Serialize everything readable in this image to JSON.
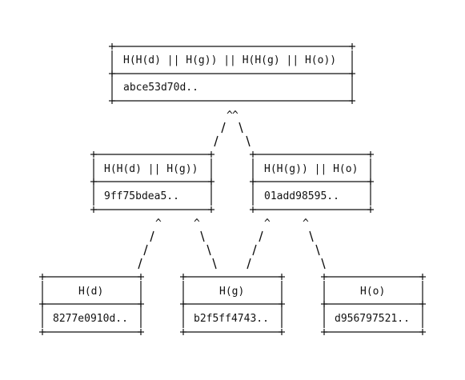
{
  "diagram": {
    "type": "merkle-tree",
    "nodes": {
      "root": {
        "label": "H(H(d) || H(g)) || H(H(g) || H(o))",
        "hash": "abce53d70d.."
      },
      "internal_left": {
        "label": "H(H(d) || H(g))",
        "hash": "9ff75bdea5.."
      },
      "internal_right": {
        "label": "H(H(g)) || H(o)",
        "hash": "01add98595.."
      },
      "leaf_d": {
        "label": "H(d)",
        "hash": "8277e0910d.."
      },
      "leaf_g": {
        "label": "H(g)",
        "hash": "b2f5ff4743.."
      },
      "leaf_o": {
        "label": "H(o)",
        "hash": "d956797521.."
      }
    },
    "edges": [
      {
        "from": "internal_left",
        "to": "root"
      },
      {
        "from": "internal_right",
        "to": "root"
      },
      {
        "from": "leaf_d",
        "to": "internal_left"
      },
      {
        "from": "leaf_g",
        "to": "internal_left"
      },
      {
        "from": "leaf_g",
        "to": "internal_right"
      },
      {
        "from": "leaf_o",
        "to": "internal_right"
      }
    ],
    "arrow_glyph": "^"
  }
}
